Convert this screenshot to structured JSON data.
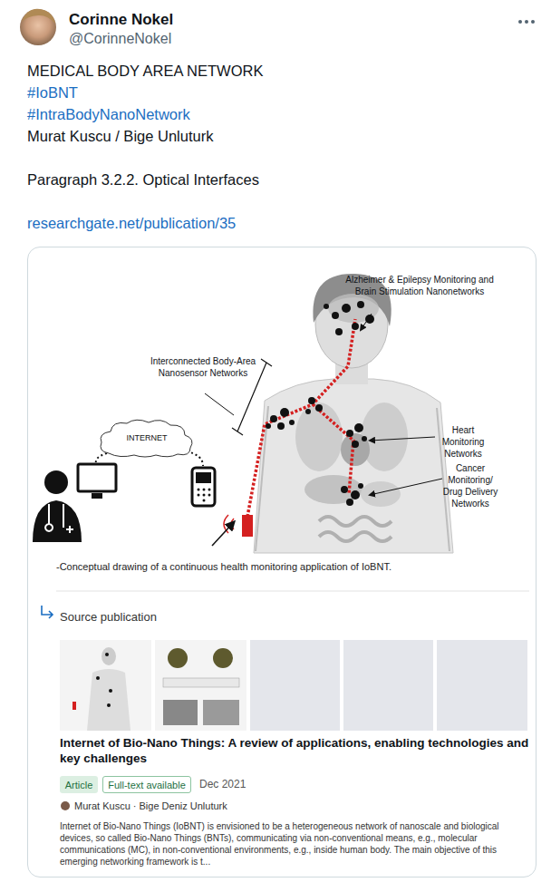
{
  "diagram": {
    "caption": "-Conceptual drawing of a continuous health monitoring application of IoBNT.",
    "nodes": [
      {
        "text": [
          "INTERNET"
        ]
      },
      {
        "text": [
          "Article"
        ]
      },
      {
        "text": [
          "Full-text available"
        ]
      }
    ],
    "labels": [
      "Corinne Nokel",
      "@CorinneNokel",
      "MEDICAL BODY AREA NETWORK",
      "#IoBNT",
      "#IntraBodyNanoNetwork",
      "Murat Kuscu / Bige Unluturk",
      "Paragraph 3.2.2. Optical Interfaces",
      "researchgate.net/publication/35",
      "Alzheimer & Epilepsy Monitoring and Brain Stimulation Nanonetworks",
      "Interconnected Body-Area Nanosensor Networks",
      "Heart Monitoring Networks",
      "Cancer Monitoring/ Drug Delivery Networks",
      "Source publication",
      "Internet of Bio-Nano Things: A review of applications, enabling technologies and key challenges",
      "Dec 2021",
      "Murat Kuscu · Bige Deniz Unluturk",
      "Internet of Bio-Nano Things (IoBNT) is envisioned to be a heterogeneous network of nanoscale and biological devices, so called Bio-Nano Things (BNTs), communicating via non-conventional means, e.g., molecular communications (MC), in non-conventional environments, e.g., inside human body. The main objective of this emerging networking framework is t..."
    ]
  }
}
